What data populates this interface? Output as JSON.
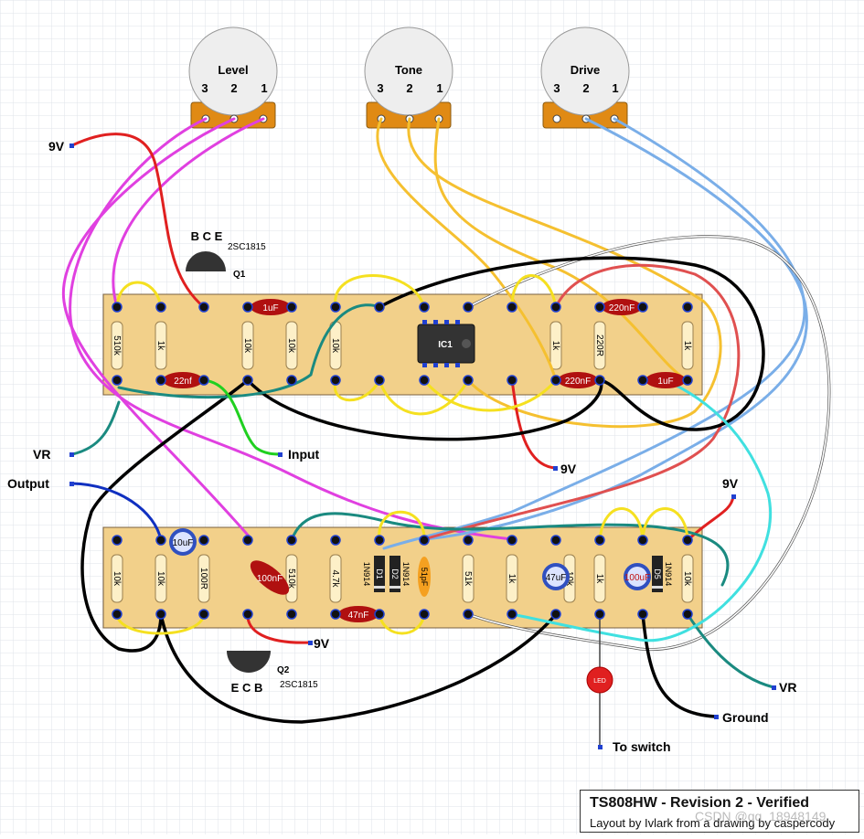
{
  "pots": [
    {
      "name": "Level",
      "pins": [
        "3",
        "2",
        "1"
      ]
    },
    {
      "name": "Tone",
      "pins": [
        "3",
        "2",
        "1"
      ]
    },
    {
      "name": "Drive",
      "pins": [
        "3",
        "2",
        "1"
      ]
    }
  ],
  "labels": {
    "nine_v": "9V",
    "vr": "VR",
    "input": "Input",
    "output": "Output",
    "ground": "Ground",
    "to_switch": "To switch",
    "led": "LED"
  },
  "transistors": {
    "q1": {
      "pins": "B C E",
      "part": "2SC1815",
      "ref": "Q1"
    },
    "q2": {
      "pins": "E C B",
      "part": "2SC1815",
      "ref": "Q2"
    }
  },
  "ic": {
    "ref": "IC1"
  },
  "board1_components": {
    "resistors": [
      "510k",
      "1k",
      "10k",
      "10k",
      "10k",
      "1k",
      "220R",
      "1k"
    ],
    "caps": [
      "1uF",
      "22nf",
      "220nF",
      "220nF",
      "1uF"
    ]
  },
  "board2_components": {
    "resistors": [
      "10k",
      "10k",
      "100R",
      "510k",
      "4.7k",
      "51k",
      "1k",
      "10k",
      "1k",
      "10k"
    ],
    "caps": [
      "10uF",
      "100nF",
      "47nF",
      "51pF",
      "47uF",
      "100uF"
    ],
    "diodes": [
      {
        "ref": "D1",
        "part": "1N914"
      },
      {
        "ref": "D2",
        "part": "1N914"
      },
      {
        "ref": "D5",
        "part": "1N914"
      }
    ]
  },
  "title": "TS808HW - Revision 2 - Verified",
  "credit": "Layout by Ivlark from a drawing by caspercody",
  "watermark": "CSDN @qq_18948149",
  "colors": {
    "board": "#f2d08a",
    "pot_bracket": "#e08a14",
    "wire_magenta": "#e040e0",
    "wire_yellow": "#f5c030",
    "wire_blue": "#7aaee8",
    "wire_red": "#e02020",
    "wire_black": "#000000",
    "wire_teal": "#1a8a80",
    "wire_cyan": "#40e0e0",
    "wire_green": "#20d020",
    "cap_red": "#b01010"
  }
}
